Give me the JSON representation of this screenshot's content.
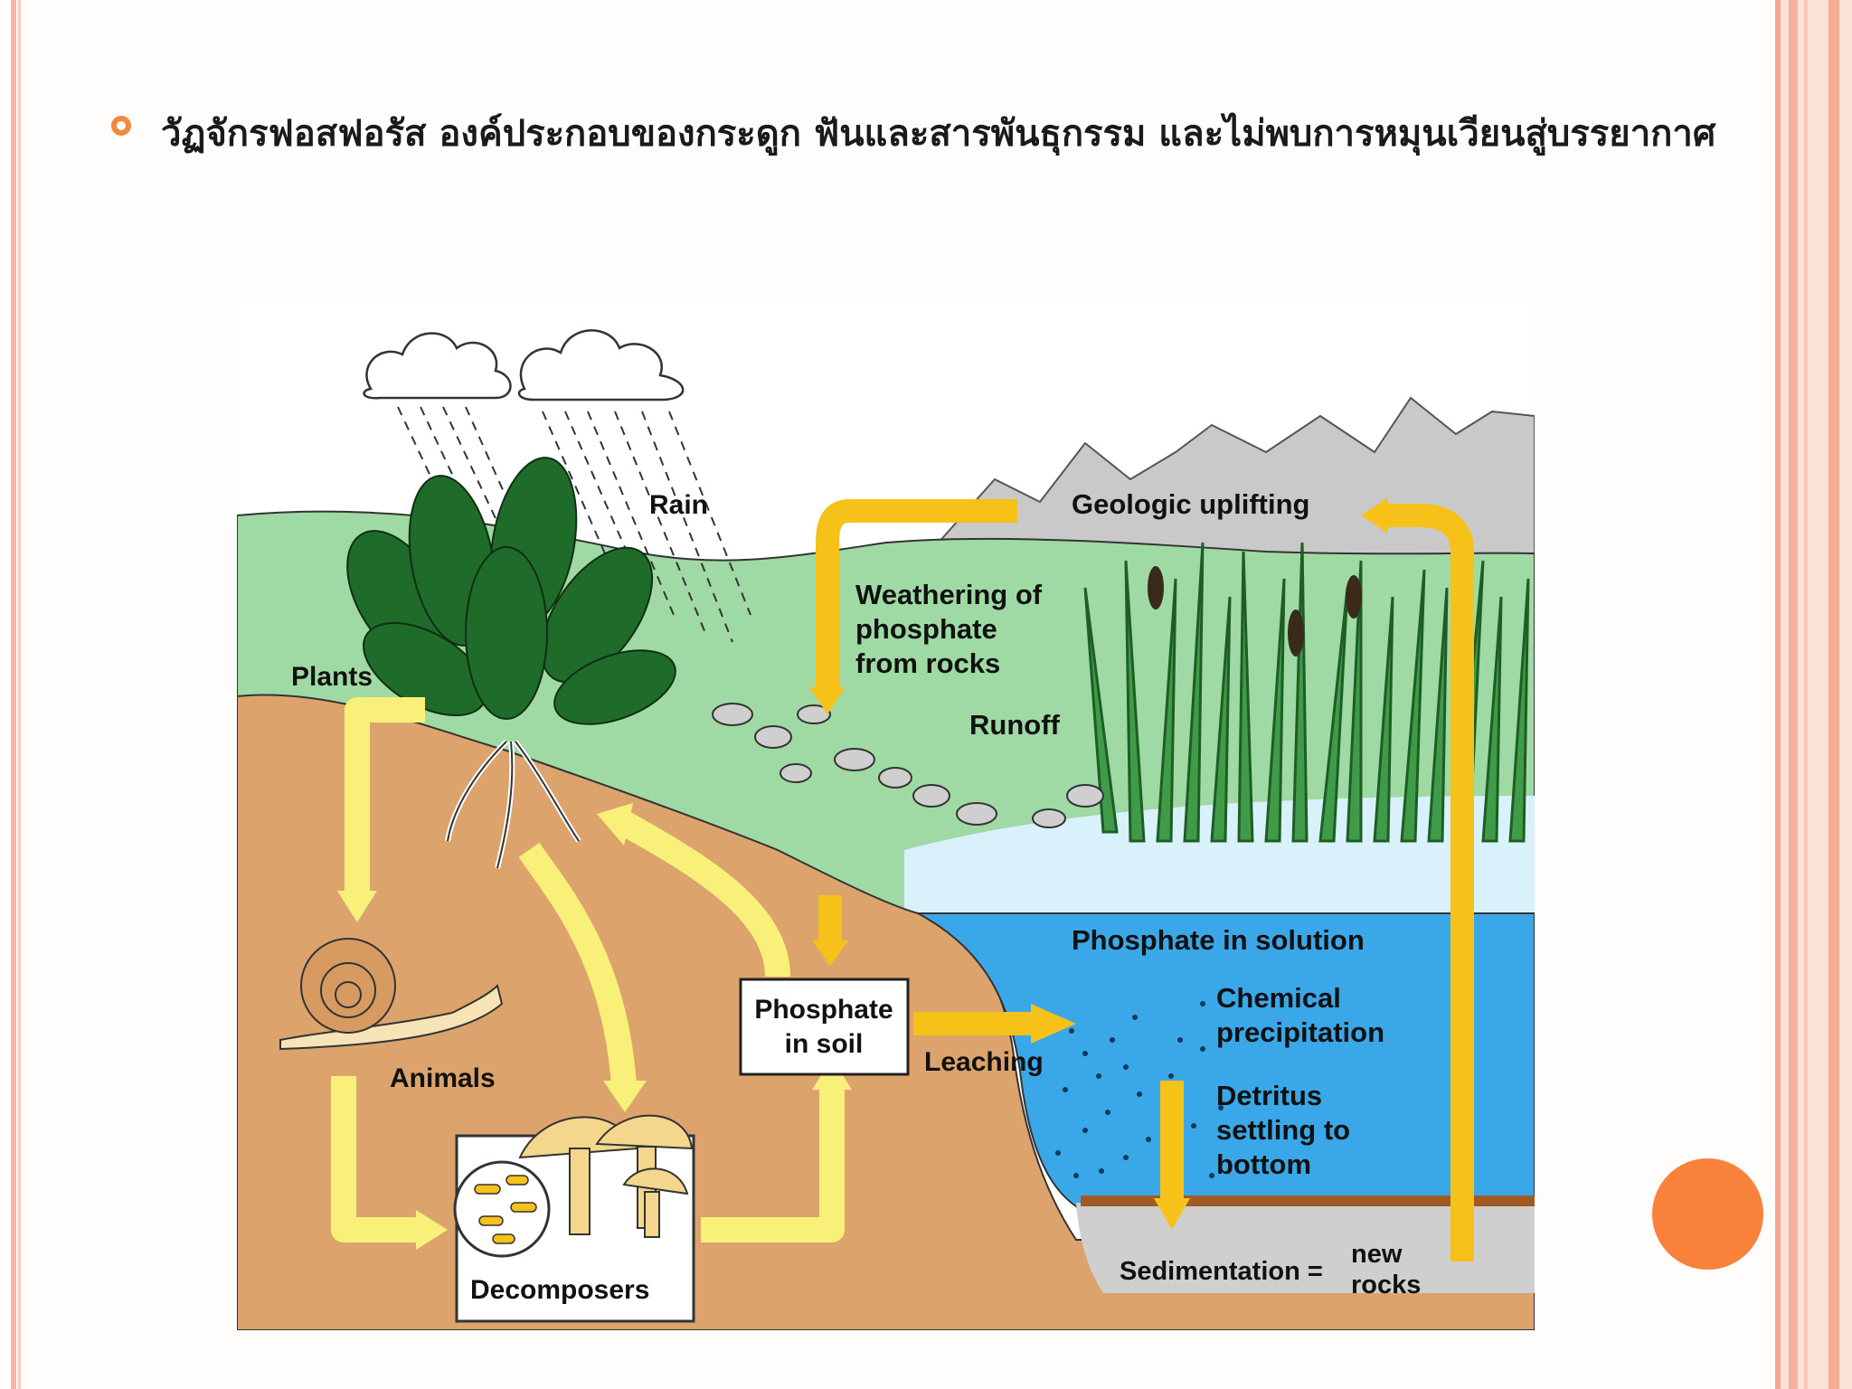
{
  "slide": {
    "bullet_text": "วัฏจักรฟอสฟอรัส องค์ประกอบของกระดูก ฟันและสารพันธุกรรม และไม่พบการหมุนเวียนสู่บรรยากาศ"
  },
  "diagram": {
    "labels": {
      "rain": "Rain",
      "plants": "Plants",
      "geologic_uplifting": "Geologic uplifting",
      "weathering_1": "Weathering of",
      "weathering_2": "phosphate",
      "weathering_3": "from rocks",
      "runoff": "Runoff",
      "phosphate_soil_1": "Phosphate",
      "phosphate_soil_2": "in soil",
      "leaching": "Leaching",
      "phosphate_solution": "Phosphate in solution",
      "chemical_1": "Chemical",
      "chemical_2": "precipitation",
      "detritus_1": "Detritus",
      "detritus_2": "settling to",
      "detritus_3": "bottom",
      "animals": "Animals",
      "decomposers": "Decomposers",
      "sedimentation": "Sedimentation =",
      "new_rocks_1": "new",
      "new_rocks_2": "rocks"
    },
    "colors": {
      "sky": "#ffffff",
      "hills": "#9fd9a4",
      "soil": "#dca46c",
      "water": "#3aa8e8",
      "mountains": "#c8c8c8",
      "arrow_yellow": "#f9f07a",
      "arrow_orange": "#f6c21a"
    }
  }
}
